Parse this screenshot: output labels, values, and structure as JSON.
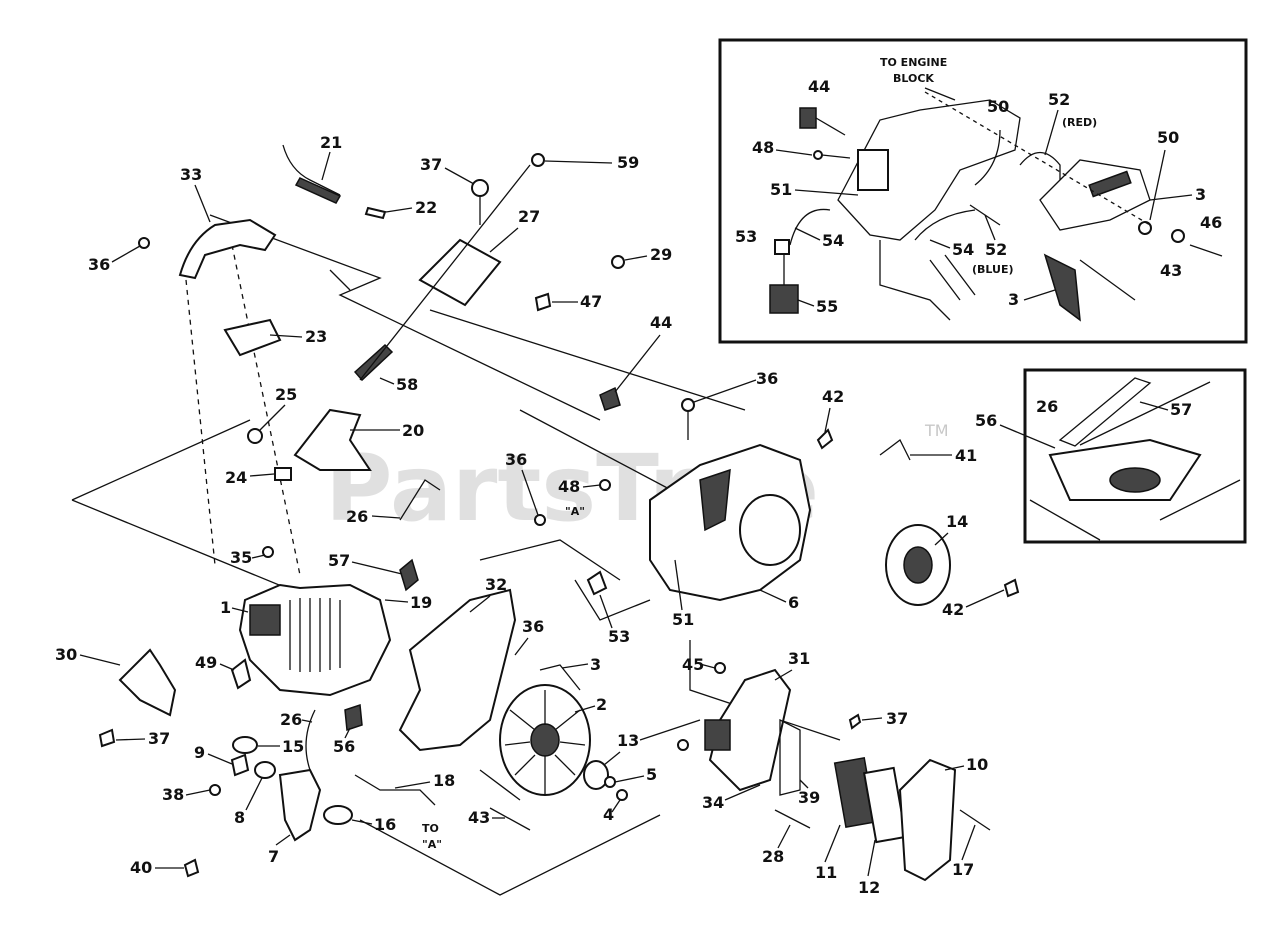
{
  "watermark": {
    "text": "PartsTree",
    "tm": "TM"
  },
  "inset_top": {
    "note_engine": [
      "TO ENGINE",
      "BLOCK"
    ],
    "red_note": "(RED)",
    "blue_note": "(BLUE)"
  },
  "notes": {
    "a_mark": "\"A\"",
    "to_a_1": "TO",
    "to_a_2": "\"A\""
  },
  "callouts": [
    {
      "id": "c44a",
      "text": "44"
    },
    {
      "id": "c48a",
      "text": "48"
    },
    {
      "id": "c51a",
      "text": "51"
    },
    {
      "id": "c53a",
      "text": "53"
    },
    {
      "id": "c54a",
      "text": "54"
    },
    {
      "id": "c55",
      "text": "55"
    },
    {
      "id": "c50a",
      "text": "50"
    },
    {
      "id": "c54b",
      "text": "54"
    },
    {
      "id": "c52a",
      "text": "52"
    },
    {
      "id": "c52b",
      "text": "52"
    },
    {
      "id": "c50b",
      "text": "50"
    },
    {
      "id": "c3a",
      "text": "3"
    },
    {
      "id": "c46",
      "text": "46"
    },
    {
      "id": "c43a",
      "text": "43"
    },
    {
      "id": "c3b",
      "text": "3"
    },
    {
      "id": "c26a",
      "text": "26"
    },
    {
      "id": "c57a",
      "text": "57"
    },
    {
      "id": "c56a",
      "text": "56"
    },
    {
      "id": "c21",
      "text": "21"
    },
    {
      "id": "c33",
      "text": "33"
    },
    {
      "id": "c37a",
      "text": "37"
    },
    {
      "id": "c59",
      "text": "59"
    },
    {
      "id": "c22",
      "text": "22"
    },
    {
      "id": "c27",
      "text": "27"
    },
    {
      "id": "c36a",
      "text": "36"
    },
    {
      "id": "c29",
      "text": "29"
    },
    {
      "id": "c47",
      "text": "47"
    },
    {
      "id": "c23",
      "text": "23"
    },
    {
      "id": "c58",
      "text": "58"
    },
    {
      "id": "c44b",
      "text": "44"
    },
    {
      "id": "c36b",
      "text": "36"
    },
    {
      "id": "c42a",
      "text": "42"
    },
    {
      "id": "c25",
      "text": "25"
    },
    {
      "id": "c20",
      "text": "20"
    },
    {
      "id": "c24",
      "text": "24"
    },
    {
      "id": "c41",
      "text": "41"
    },
    {
      "id": "c36c",
      "text": "36"
    },
    {
      "id": "c48b",
      "text": "48"
    },
    {
      "id": "c26b",
      "text": "26"
    },
    {
      "id": "c14",
      "text": "14"
    },
    {
      "id": "c35",
      "text": "35"
    },
    {
      "id": "c57b",
      "text": "57"
    },
    {
      "id": "c19",
      "text": "19"
    },
    {
      "id": "c6",
      "text": "6"
    },
    {
      "id": "c42b",
      "text": "42"
    },
    {
      "id": "c1",
      "text": "1"
    },
    {
      "id": "c32",
      "text": "32"
    },
    {
      "id": "c53b",
      "text": "53"
    },
    {
      "id": "c51b",
      "text": "51"
    },
    {
      "id": "c36d",
      "text": "36"
    },
    {
      "id": "c30",
      "text": "30"
    },
    {
      "id": "c3c",
      "text": "3"
    },
    {
      "id": "c45",
      "text": "45"
    },
    {
      "id": "c31",
      "text": "31"
    },
    {
      "id": "c49",
      "text": "49"
    },
    {
      "id": "c37b",
      "text": "37"
    },
    {
      "id": "c2",
      "text": "2"
    },
    {
      "id": "c37c",
      "text": "37"
    },
    {
      "id": "c26c",
      "text": "26"
    },
    {
      "id": "c56b",
      "text": "56"
    },
    {
      "id": "c15",
      "text": "15"
    },
    {
      "id": "c13",
      "text": "13"
    },
    {
      "id": "c10",
      "text": "10"
    },
    {
      "id": "c9",
      "text": "9"
    },
    {
      "id": "c5",
      "text": "5"
    },
    {
      "id": "c38",
      "text": "38"
    },
    {
      "id": "c18",
      "text": "18"
    },
    {
      "id": "c34",
      "text": "34"
    },
    {
      "id": "c39",
      "text": "39"
    },
    {
      "id": "c8",
      "text": "8"
    },
    {
      "id": "c43b",
      "text": "43"
    },
    {
      "id": "c4",
      "text": "4"
    },
    {
      "id": "c16",
      "text": "16"
    },
    {
      "id": "c28",
      "text": "28"
    },
    {
      "id": "c17",
      "text": "17"
    },
    {
      "id": "c40",
      "text": "40"
    },
    {
      "id": "c7",
      "text": "7"
    },
    {
      "id": "c11",
      "text": "11"
    },
    {
      "id": "c12",
      "text": "12"
    }
  ]
}
